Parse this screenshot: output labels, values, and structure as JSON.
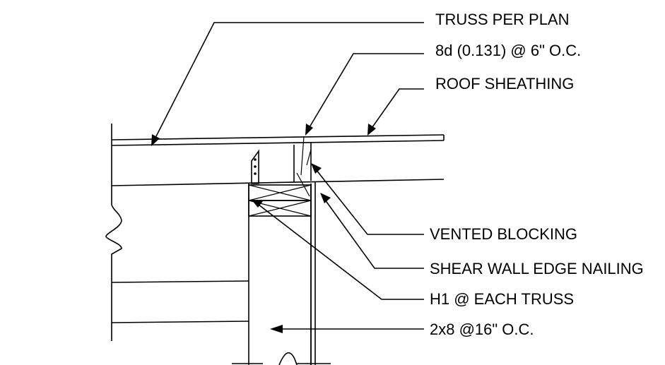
{
  "callouts": {
    "truss": "TRUSS PER PLAN",
    "nailing_8d": "8d (0.131) @ 6\" O.C.",
    "sheathing": "ROOF SHEATHING",
    "blocking": "VENTED BLOCKING",
    "edge_nailing": "SHEAR WALL EDGE NAILING",
    "h1": "H1 @ EACH TRUSS",
    "stud": "2x8 @16\" O.C."
  }
}
